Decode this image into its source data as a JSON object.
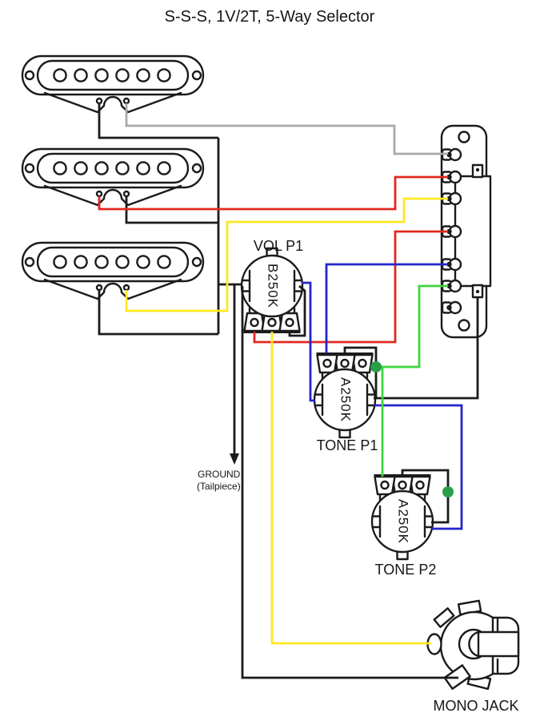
{
  "title": "S-S-S, 1V/2T, 5-Way Selector",
  "colors": {
    "black": "#1b1b1b",
    "gray": "#a8a8a8",
    "red": "#e02820",
    "yellow": "#ffe820",
    "blue": "#2525cc",
    "green": "#3fd43f",
    "solder_dot": "#27a049"
  },
  "components": {
    "volume_pot": {
      "label": "VOL P1",
      "marking": "B250K"
    },
    "tone_pot_1": {
      "label": "TONE P1",
      "marking": "A250K"
    },
    "tone_pot_2": {
      "label": "TONE P2",
      "marking": "A250K"
    },
    "output_jack": {
      "label": "MONO JACK"
    },
    "ground": {
      "line1": "GROUND",
      "line2": "(Tailpiece)"
    },
    "selector": {
      "lug_count": 7
    }
  },
  "wires": [
    {
      "from": "neck pickup hot",
      "to": "selector lug 1",
      "color": "gray"
    },
    {
      "from": "neck pickup ground",
      "to": "ground bus",
      "color": "black"
    },
    {
      "from": "middle pickup hot",
      "to": "selector lug 2",
      "color": "red"
    },
    {
      "from": "middle pickup ground",
      "to": "ground bus",
      "color": "black"
    },
    {
      "from": "bridge pickup hot",
      "to": "selector lug 3",
      "color": "yellow"
    },
    {
      "from": "bridge pickup ground",
      "to": "ground bus",
      "color": "black"
    },
    {
      "from": "ground bus",
      "to": "VOL P1 casing",
      "color": "black"
    },
    {
      "from": "VOL P1 casing",
      "to": "ground tailpiece",
      "color": "black"
    },
    {
      "from": "VOL P1 casing",
      "to": "mono jack sleeve",
      "color": "black"
    },
    {
      "from": "VOL P1 lug 1",
      "to": "selector lug 4",
      "color": "red"
    },
    {
      "from": "VOL P1 lug 2",
      "to": "mono jack tip",
      "color": "yellow"
    },
    {
      "from": "VOL P1 lug 3",
      "to": "VOL P1 casing",
      "color": "black"
    },
    {
      "from": "VOL P1 casing",
      "to": "TONE P1 casing",
      "color": "blue"
    },
    {
      "from": "selector lug 5",
      "to": "TONE P1 lug 1",
      "color": "blue"
    },
    {
      "from": "selector lug 6",
      "to": "TONE P1 solder dot",
      "color": "green"
    },
    {
      "from": "TONE P1 solder dot",
      "to": "TONE P2 lug 1",
      "color": "green"
    },
    {
      "from": "TONE P1 middle lug",
      "to": "TONE P1 casing",
      "color": "black"
    },
    {
      "from": "TONE P1 casing",
      "to": "selector output tab",
      "color": "black"
    },
    {
      "from": "TONE P1 casing",
      "to": "TONE P2 casing",
      "color": "blue"
    },
    {
      "from": "TONE P2 middle lug",
      "to": "TONE P2 casing",
      "color": "black"
    }
  ]
}
